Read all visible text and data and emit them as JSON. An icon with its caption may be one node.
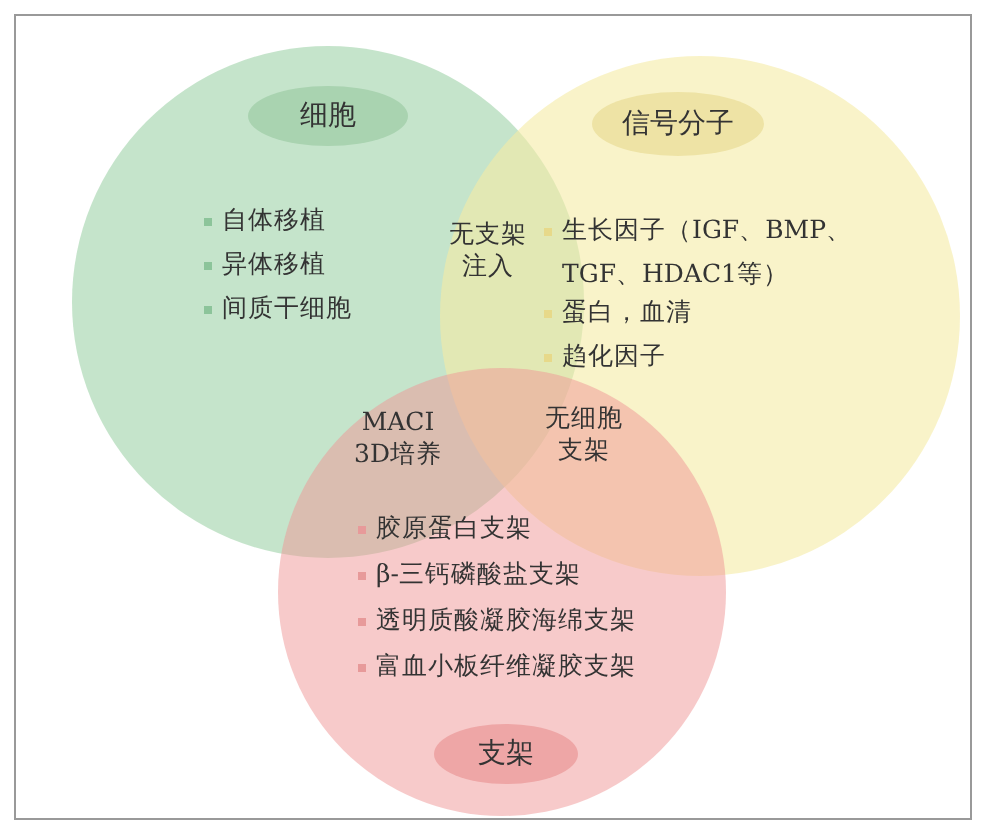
{
  "diagram": {
    "nodes": [
      {
        "text": [
          "自体移植",
          "异体移植",
          "间质干细胞"
        ]
      },
      {
        "text": [
          "细胞"
        ],
        "in": 0
      },
      {
        "text": [
          "生长因子（IGF、BMP、TGF、HDAC1等）",
          "蛋白，血清",
          "趋化因子"
        ]
      },
      {
        "text": [
          "信号分子"
        ],
        "in": 2
      },
      {
        "text": [
          "胶原蛋白支架",
          "β-三钙磷酸盐支架",
          "透明质酸凝胶海绵支架",
          "富血小板纤维凝胶支架"
        ]
      },
      {
        "text": [
          "支架"
        ],
        "in": 4
      }
    ],
    "edges": [],
    "labels": [
      "无支架注入",
      "MACI 3D培养",
      "无细胞支架"
    ]
  }
}
